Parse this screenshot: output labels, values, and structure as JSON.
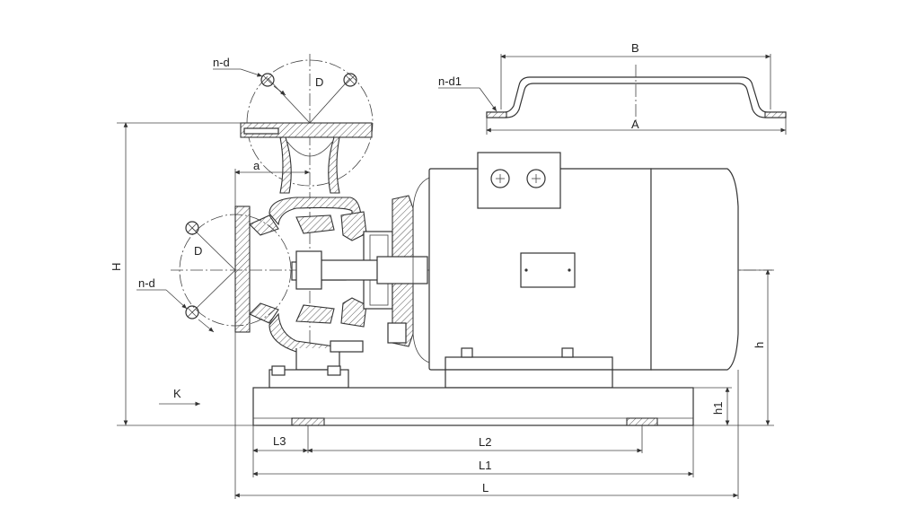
{
  "labels": {
    "B": "B",
    "A": "A",
    "n_d1": "n-d1",
    "n_d_top": "n-d",
    "D_top": "D",
    "a": "a",
    "H": "H",
    "D_left": "D",
    "n_d_left": "n-d",
    "K": "K",
    "h": "h",
    "h1": "h1",
    "L3": "L3",
    "L2": "L2",
    "L1": "L1",
    "L": "L"
  }
}
